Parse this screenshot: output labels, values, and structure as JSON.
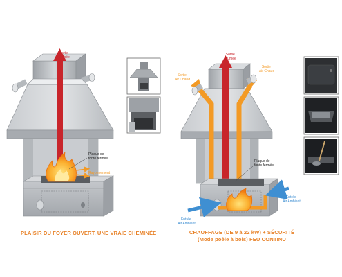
{
  "left_diagram": {
    "sortie_fumee": "Sortie\nFumée",
    "plaque_fonte": "Plaque de\nfonte fermée",
    "rayonnement": "Rayonnement",
    "caption": "PLAISIR DU FOYER OUVERT, UNE VRAIE CHEMINÉE"
  },
  "right_diagram": {
    "sortie_fumee": "Sortie\nFumée",
    "sortie_air_chaud_left": "Sortie\nAir Chaud",
    "sortie_air_chaud_right": "Sortie\nAir Chaud",
    "plaque_fonte": "Plaque de\nfonte fermée",
    "entree_air_ambiant_left": "Entrée\nAir Ambiant",
    "entree_air_ambiant_right": "Entrée\nAir Ambiant",
    "caption_line1": "CHAUFFAGE (DE 9 à 22 kW) + SÉCURITÉ",
    "caption_line2": "(Mode poêle à bois) FEU CONTINU"
  },
  "colors": {
    "smoke_red": "#c8252b",
    "hot_air_orange": "#f39a25",
    "cold_air_blue": "#3f8fd2",
    "caption_orange": "#e8832a",
    "steel": "#b9bcc0"
  },
  "thumbnails": {
    "middle": [
      "hood-thumbnail",
      "firebox-thumbnail"
    ],
    "right": [
      "closed-stove-thumbnail",
      "stove-top-thumbnail",
      "stove-tool-thumbnail"
    ]
  }
}
